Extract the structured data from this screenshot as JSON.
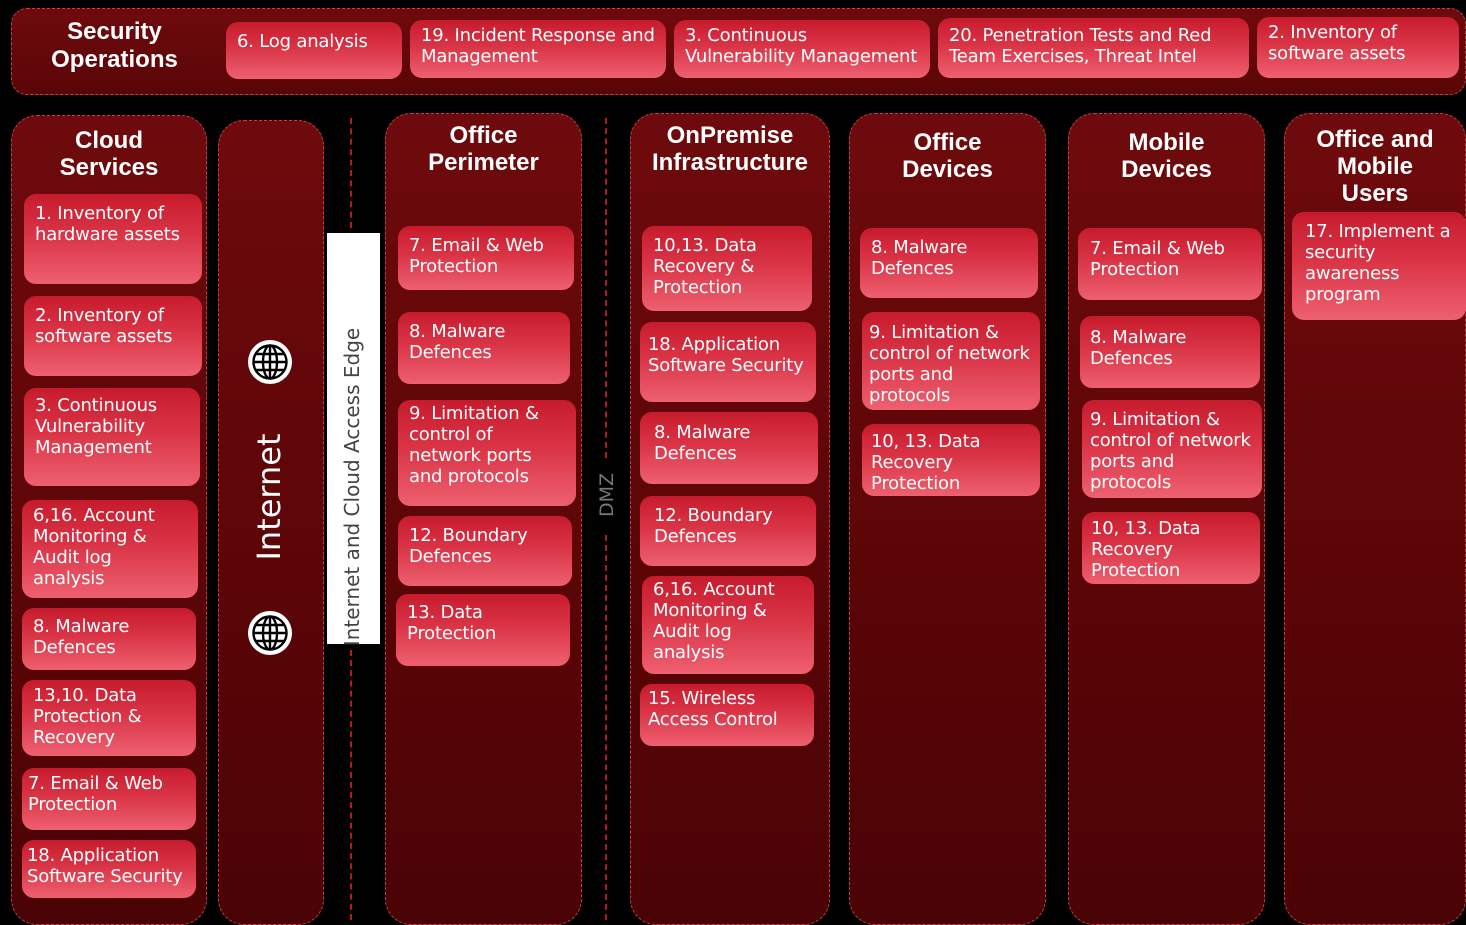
{
  "colors": {
    "background": "#000000",
    "lane_fill": "#5c0507",
    "lane_border": "#c24046",
    "card_fill": "#d93446",
    "edge_box": "#ffffff"
  },
  "security_operations": {
    "title": "Security\nOperations",
    "cards": [
      "6. Log analysis",
      "19. Incident Response and Management",
      "3. Continuous Vulnerability Management",
      "20. Penetration Tests and Red Team Exercises, Threat Intel",
      "2. Inventory of software assets"
    ]
  },
  "internet": {
    "label": "Internet",
    "icon_top": "globe-icon",
    "icon_bottom": "globe-icon"
  },
  "edge_label": "Internet and Cloud Access Edge",
  "dmz_label": "DMZ",
  "lanes": {
    "cloud": {
      "title": "Cloud\nServices",
      "cards": [
        "1. Inventory of hardware assets",
        "2. Inventory of software assets",
        "3. Continuous Vulnerability Management",
        "6,16. Account Monitoring & Audit log analysis",
        "8. Malware Defences",
        "13,10. Data Protection & Recovery",
        "7. Email & Web Protection",
        "18. Application Software Security"
      ]
    },
    "perimeter": {
      "title": "Office\nPerimeter",
      "cards": [
        "7. Email & Web Protection",
        "8. Malware Defences",
        "9. Limitation & control of network ports and protocols",
        "12. Boundary Defences",
        "13. Data Protection"
      ]
    },
    "onprem": {
      "title": "OnPremise\nInfrastructure",
      "cards": [
        "10,13. Data Recovery & Protection",
        "18. Application Software Security",
        "8. Malware Defences",
        "12. Boundary Defences",
        "6,16. Account Monitoring & Audit log analysis",
        "15. Wireless Access Control"
      ]
    },
    "office_devices": {
      "title": "Office\nDevices",
      "cards": [
        "8. Malware Defences",
        "9. Limitation & control of network ports and protocols",
        "10, 13. Data Recovery Protection"
      ]
    },
    "mobile_devices": {
      "title": "Mobile\nDevices",
      "cards": [
        "7. Email & Web Protection",
        "8. Malware Defences",
        "9. Limitation & control of network ports and protocols",
        "10, 13. Data Recovery Protection"
      ]
    },
    "users": {
      "title": "Office and\nMobile\nUsers",
      "cards": [
        "17. Implement a security awareness program"
      ]
    }
  }
}
